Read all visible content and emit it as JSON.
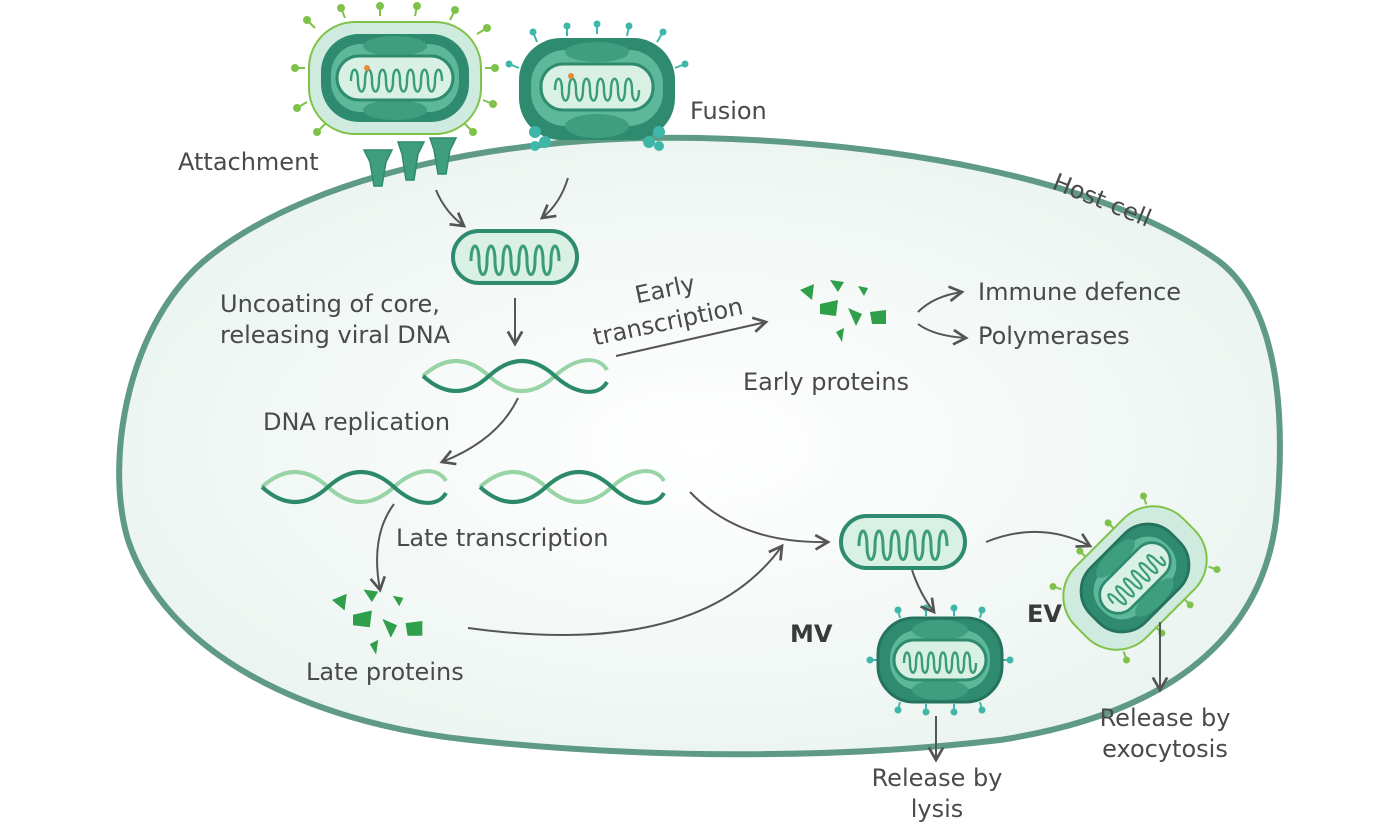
{
  "labels": {
    "attachment": "Attachment",
    "fusion": "Fusion",
    "host_cell": "Host cell",
    "uncoating_line1": "Uncoating of core,",
    "uncoating_line2": "releasing viral DNA",
    "early_transcription_line1": "Early",
    "early_transcription_line2": "transcription",
    "early_proteins": "Early proteins",
    "immune_defence": "Immune defence",
    "polymerases": "Polymerases",
    "dna_replication": "DNA replication",
    "late_transcription": "Late transcription",
    "late_proteins": "Late proteins",
    "mv": "MV",
    "ev": "EV",
    "release_lysis_line1": "Release by",
    "release_lysis_line2": "lysis",
    "release_exocytosis_line1": "Release by",
    "release_exocytosis_line2": "exocytosis"
  },
  "colors": {
    "cell_membrane": "#5f9a85",
    "cell_fill": "#f3f8f6",
    "virus_dark": "#2e8b6f",
    "virus_mid": "#57b394",
    "virus_light": "#cfeadf",
    "dna_dark": "#2d8a68",
    "dna_light": "#98d4a6",
    "spike_green": "#7fc24a",
    "spike_teal": "#3fb7a8",
    "protein_green": "#2f9f4a",
    "arrow": "#555555",
    "text": "#4a4a4a"
  }
}
